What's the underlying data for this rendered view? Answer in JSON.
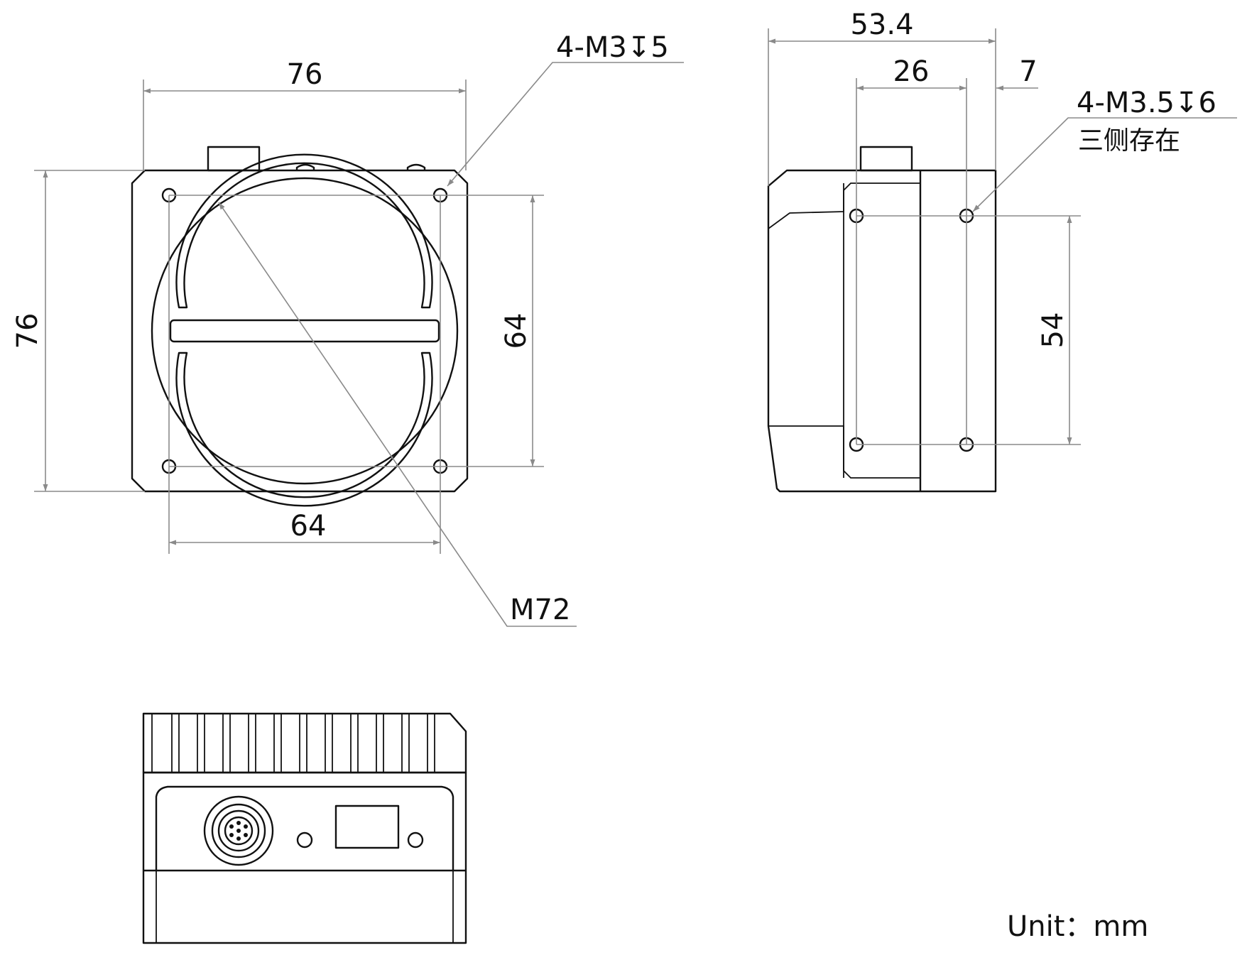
{
  "colors": {
    "outline": "#111111",
    "dimension": "#8a8a8a",
    "background": "#ffffff"
  },
  "front_view": {
    "width": "76",
    "height": "76",
    "hole_spacing_horizontal": "64",
    "hole_spacing_vertical": "64",
    "mount_hole_callout": "4-M3↧5",
    "lens_mount": "M72"
  },
  "side_view": {
    "depth": "53.4",
    "hole_spacing_horizontal": "26",
    "offset": "7",
    "hole_spacing_vertical": "54",
    "mount_hole_callout": "4-M3.5↧6",
    "mount_hole_note": "三侧存在"
  },
  "units": "Unit：mm"
}
